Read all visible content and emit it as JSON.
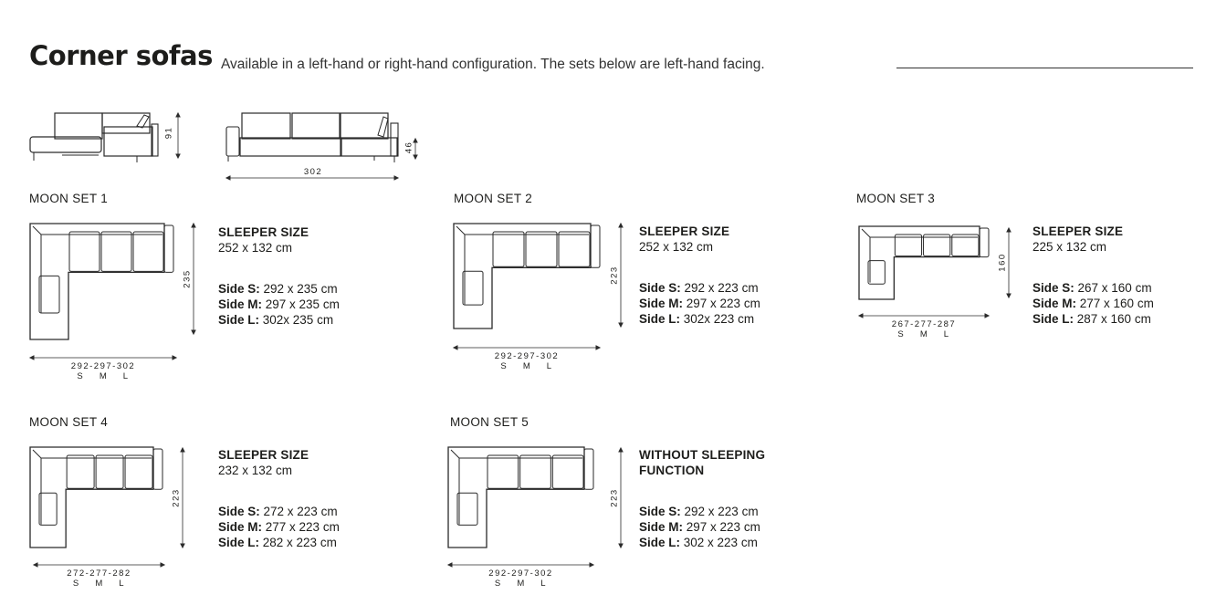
{
  "header": {
    "title": "Corner sofas",
    "subtitle": "Available in a left-hand or right-hand configuration. The sets below are left-hand facing."
  },
  "overview": {
    "height_label": "91",
    "seat_height_label": "46",
    "width_label": "302"
  },
  "sets": [
    {
      "name": "MOON SET 1",
      "heading": "SLEEPER SIZE",
      "sleeper": "252 x 132 cm",
      "depth_label": "235",
      "width_label": "292-297-302",
      "size_letters": "S    M    L",
      "sides": [
        {
          "label": "Side S:",
          "value": " 292 x 235 cm"
        },
        {
          "label": "Side M:",
          "value": " 297 x 235 cm"
        },
        {
          "label": "Side L:",
          "value": " 302x 235 cm"
        }
      ]
    },
    {
      "name": "MOON SET 2",
      "heading": "SLEEPER SIZE",
      "sleeper": "252 x 132 cm",
      "depth_label": "223",
      "width_label": "292-297-302",
      "size_letters": "S    M    L",
      "sides": [
        {
          "label": "Side S:",
          "value": " 292 x 223 cm"
        },
        {
          "label": "Side M:",
          "value": " 297 x 223 cm"
        },
        {
          "label": "Side L:",
          "value": " 302x 223 cm"
        }
      ]
    },
    {
      "name": "MOON SET 3",
      "heading": "SLEEPER SIZE",
      "sleeper": "225 x 132 cm",
      "depth_label": "160",
      "width_label": "267-277-287",
      "size_letters": "S    M    L",
      "sides": [
        {
          "label": "Side S:",
          "value": " 267 x 160 cm"
        },
        {
          "label": "Side M:",
          "value": " 277 x 160 cm"
        },
        {
          "label": "Side L:",
          "value": " 287 x 160 cm"
        }
      ]
    },
    {
      "name": "MOON SET 4",
      "heading": "SLEEPER SIZE",
      "sleeper": "232 x 132 cm",
      "depth_label": "223",
      "width_label": "272-277-282",
      "size_letters": "S    M    L",
      "sides": [
        {
          "label": "Side S:",
          "value": " 272 x 223 cm"
        },
        {
          "label": "Side M:",
          "value": " 277 x 223 cm"
        },
        {
          "label": "Side L:",
          "value": " 282 x 223 cm"
        }
      ]
    },
    {
      "name": "MOON SET 5",
      "heading": "WITHOUT SLEEPING FUNCTION",
      "sleeper": "",
      "depth_label": "223",
      "width_label": "292-297-302",
      "size_letters": "S    M    L",
      "sides": [
        {
          "label": "Side S:",
          "value": " 292 x 223 cm"
        },
        {
          "label": "Side M:",
          "value": " 297 x 223 cm"
        },
        {
          "label": "Side L:",
          "value": " 302 x 223 cm"
        }
      ]
    }
  ]
}
